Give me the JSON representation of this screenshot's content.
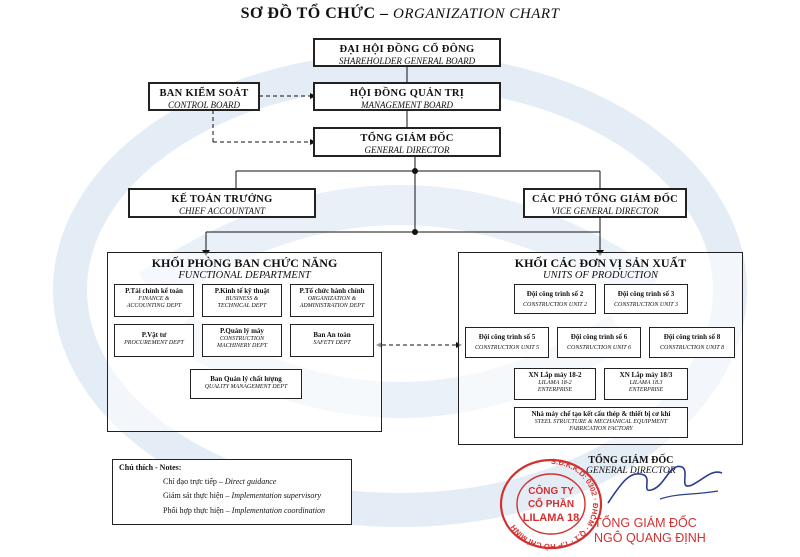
{
  "title": {
    "vn": "SƠ ĐỒ TỔ CHỨC",
    "sep": " – ",
    "en": "ORGANIZATION CHART"
  },
  "shareholder": {
    "vn": "ĐẠI HỘI ĐỒNG CỔ ĐÔNG",
    "en": "SHAREHOLDER GENERAL BOARD"
  },
  "control": {
    "vn": "BAN KIỂM SOÁT",
    "en": "CONTROL BOARD"
  },
  "management": {
    "vn": "HỘI ĐỒNG QUẢN TRỊ",
    "en": "MANAGEMENT BOARD"
  },
  "director": {
    "vn": "TỔNG GIÁM ĐỐC",
    "en": "GENERAL DIRECTOR"
  },
  "chief_accountant": {
    "vn": "KẾ TOÁN TRƯỞNG",
    "en": "CHIEF ACCOUNTANT"
  },
  "vice_director": {
    "vn": "CÁC PHÓ TỔNG GIÁM ĐỐC",
    "en": "VICE GENERAL DIRECTOR"
  },
  "functional": {
    "vn": "KHỐI PHÒNG BAN CHỨC NĂNG",
    "en": "FUNCTIONAL DEPARTMENT",
    "depts": [
      {
        "vn": "P.Tài chính kế toán",
        "en1": "FINANCE &",
        "en2": "ACCOUNTING DEPT"
      },
      {
        "vn": "P.Kinh tế kỹ thuật",
        "en1": "BUSINESS &",
        "en2": "TECHNICAL DEPT"
      },
      {
        "vn": "P.Tổ chức hành chính",
        "en1": "ORGANIZATION &",
        "en2": "ADMINISTRATION DEPT"
      },
      {
        "vn": "P.Vật tư",
        "en1": "PROCUREMENT DEPT",
        "en2": ""
      },
      {
        "vn": "P.Quản lý máy",
        "en1": "CONSTRUCTION",
        "en2": "MACHINERY DEPT"
      },
      {
        "vn": "Ban An toàn",
        "en1": "SAFETY DEPT",
        "en2": ""
      },
      {
        "vn": "Ban Quản lý chất lượng",
        "en1": "QUALITY MANAGEMENT DEPT",
        "en2": ""
      }
    ]
  },
  "production": {
    "vn": "KHỐI CÁC ĐƠN VỊ SẢN XUẤT",
    "en": "UNITS OF PRODUCTION",
    "units": [
      {
        "vn": "Đội công trình số 2",
        "en1": "CONSTRUCTION UNIT 2",
        "en2": ""
      },
      {
        "vn": "Đội công trình số 3",
        "en1": "CONSTRUCTION UNIT 3",
        "en2": ""
      },
      {
        "vn": "Đội công trình số 5",
        "en1": "CONSTRUCTION UNIT 5",
        "en2": ""
      },
      {
        "vn": "Đội công trình số 6",
        "en1": "CONSTRUCTION UNIT 6",
        "en2": ""
      },
      {
        "vn": "Đội công trình số 8",
        "en1": "CONSTRUCTION UNIT 8",
        "en2": ""
      },
      {
        "vn": "XN Lắp máy 18-2",
        "en1": "LILAMA 18-2",
        "en2": "ENTERPRISE"
      },
      {
        "vn": "XN Lắp máy 18/3",
        "en1": "LILAMA 18.3",
        "en2": "ENTERPRISE"
      },
      {
        "vn": "Nhà máy chế tạo kết cấu thép & thiết bị cơ khí",
        "en1": "STEEL STRUCTURE & MECHANICAL EQUIPMENT",
        "en2": "FABRICATION FACTORY"
      }
    ]
  },
  "legend": {
    "heading": "Chú thích - Notes:",
    "items": [
      {
        "vn": "Chỉ đạo trực tiếp",
        "en": "Direct guidance"
      },
      {
        "vn": "Giám sát thực hiện",
        "en": "Implementation supervisory"
      },
      {
        "vn": "Phối hợp thực hiện",
        "en": "Implementation coordination"
      }
    ]
  },
  "signature": {
    "vn": "TỔNG GIÁM ĐỐC",
    "en": "GENERAL DIRECTOR",
    "stamp_lines": [
      "CÔNG TY",
      "CỔ PHẦN",
      "LILAMA 18"
    ],
    "stamp_ring": "S.Đ.K.K.D: 0302 · ĐHCM · Q.1 · T.P HỒ CHÍ MINH",
    "name_title": "TỔNG GIÁM ĐỐC",
    "name": "NGÔ QUANG ĐỊNH"
  },
  "colors": {
    "line": "#111111",
    "stamp": "#d43030",
    "watermark": "#dfe9f4"
  }
}
